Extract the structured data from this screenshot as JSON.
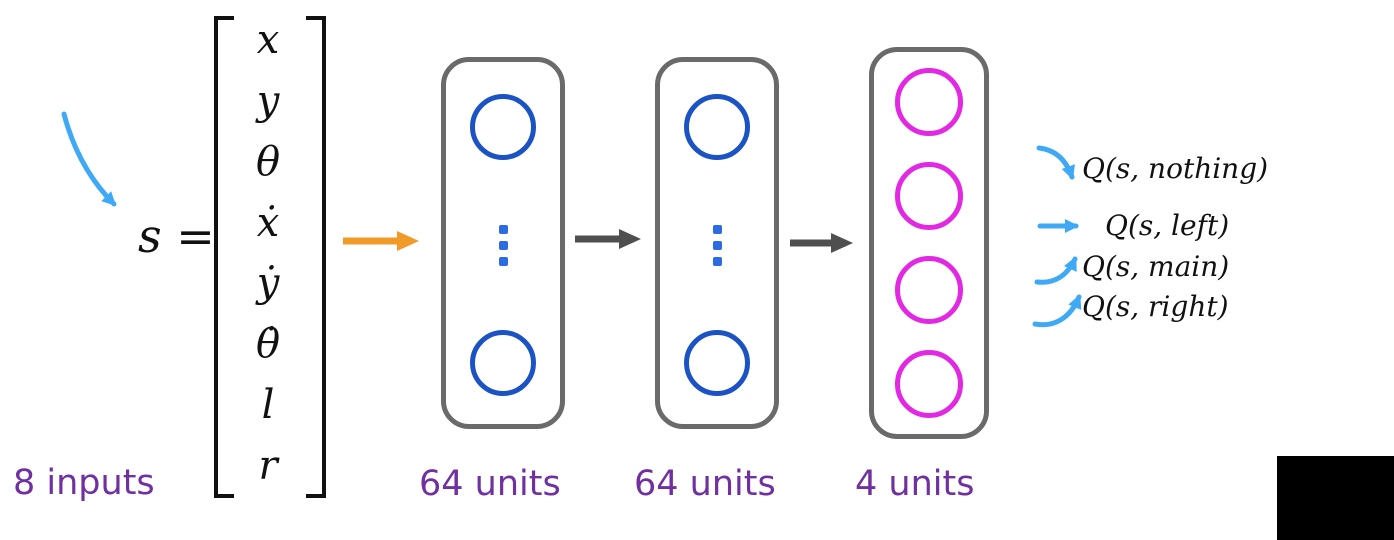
{
  "state": {
    "symbol": "s =",
    "vector": [
      "x",
      "y",
      "θ",
      "ẋ",
      "ẏ",
      "θ̇",
      "l",
      "r"
    ],
    "inputs_label": "8 inputs"
  },
  "layers": [
    {
      "label": "64 units"
    },
    {
      "label": "64 units"
    },
    {
      "label": "4 units"
    }
  ],
  "outputs": [
    "Q(s, nothing)",
    "Q(s, left)",
    "Q(s, main)",
    "Q(s, right)"
  ],
  "colors": {
    "hidden_unit_blue": "#1b53c5",
    "output_unit_magenta": "#e228e2",
    "label_purple": "#7030a0",
    "input_arrow_orange": "#f09a28",
    "layer_arrow_gray": "#4f4f4f",
    "annotation_arrow_blue": "#3fa9f5",
    "layer_border_gray": "#6a6a6a"
  }
}
